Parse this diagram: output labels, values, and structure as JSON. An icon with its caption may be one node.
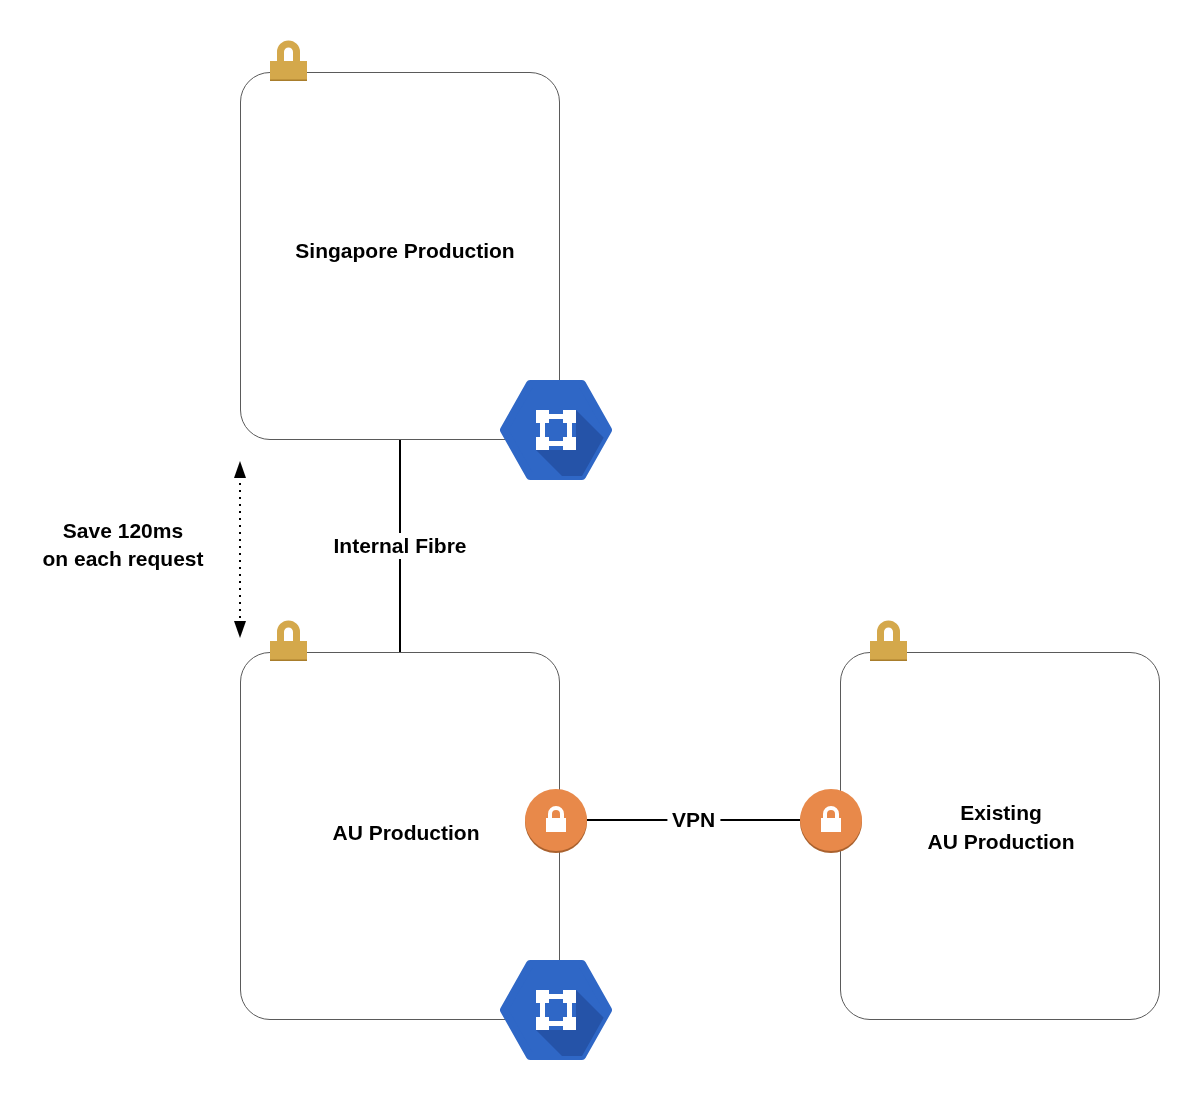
{
  "diagram": {
    "nodes": [
      {
        "text": [
          "Singapore Production"
        ]
      },
      {
        "text": [
          "AU Production"
        ]
      },
      {
        "text": [
          "Existing AU Production"
        ]
      },
      {
        "text": [],
        "shape": "circle"
      },
      {
        "text": [],
        "shape": "circle"
      }
    ],
    "edges": [
      {
        "from": 0,
        "to": 1,
        "arrow": "none",
        "label": "Internal Fibre"
      },
      {
        "from": 3,
        "to": 4,
        "arrow": "none",
        "label": "VPN"
      }
    ],
    "labels": [
      "Save 120ms on each request"
    ]
  }
}
